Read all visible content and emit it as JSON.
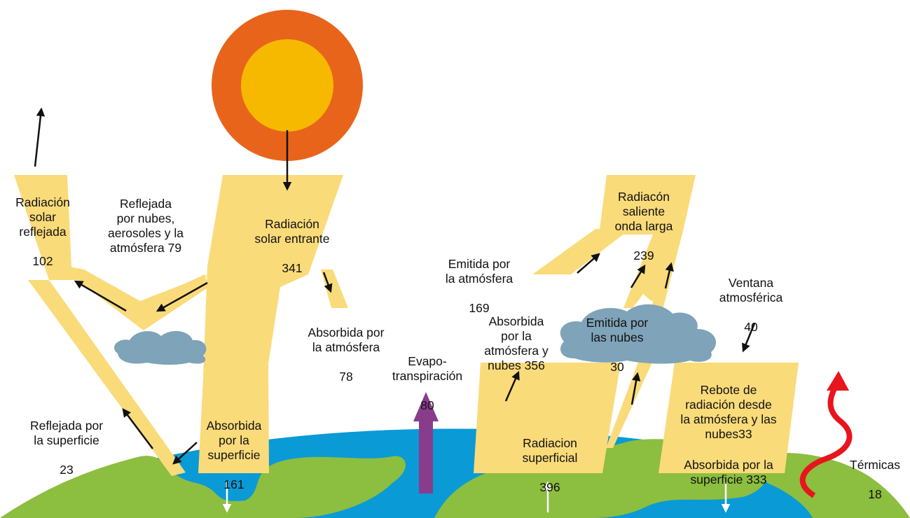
{
  "diagram": {
    "colors": {
      "sky": "#ffffff",
      "ocean": "#0a9ad6",
      "land": "#8cbe3f",
      "sun_outer": "#e8641b",
      "sun_inner": "#f7b900",
      "energy_flow": "#fadb7a",
      "cloud": "#7fa3b8",
      "arrow": "#111111",
      "surface_arrow": "#ffffff",
      "evapotranspiration_arrow": "#8a3c8c",
      "thermal_arrow": "#e8141e"
    },
    "labels": {
      "reflected_solar": {
        "title": "Radiación\nsolar\nreflejada",
        "value": "102"
      },
      "reflected_clouds": {
        "title": "Reflejada\npor nubes,\naerosoles y la\natmósfera 79"
      },
      "incoming_solar": {
        "title": "Radiación\nsolar entrante",
        "value": "341"
      },
      "absorbed_atmosphere": {
        "title": "Absorbida por\nla atmósfera",
        "value": "78"
      },
      "reflected_surface": {
        "title": "Reflejada por\nla superficie",
        "value": "23"
      },
      "absorbed_surface": {
        "title": "Absorbida\npor la\nsuperficie",
        "value": "161"
      },
      "evapotranspiration": {
        "title": "Evapo-\ntranspiración",
        "value": "80"
      },
      "emitted_atmosphere": {
        "title": "Emitida por\nla atmósfera",
        "value": "169"
      },
      "absorbed_atm_clouds": {
        "title": "Absorbida\npor la\natmósfera y\nnubes 356"
      },
      "outgoing_longwave": {
        "title": "Radiacón\nsaliente\nonda larga",
        "value": "239"
      },
      "emitted_clouds": {
        "title": "Emitida por\nlas nubes",
        "value": "30"
      },
      "atmospheric_window": {
        "title": "Ventana\natmosférica",
        "value": "40"
      },
      "surface_radiation": {
        "title": "Radiacion\nsuperficial",
        "value": "396"
      },
      "back_radiation": {
        "title": "Rebote de\nradiación desde\nla atmósfera y las\nnubes33"
      },
      "absorbed_surface_back": {
        "title": "Absorbida por la\nsuperficie 333"
      },
      "thermals": {
        "title": "Térmicas",
        "value": "18"
      }
    }
  }
}
